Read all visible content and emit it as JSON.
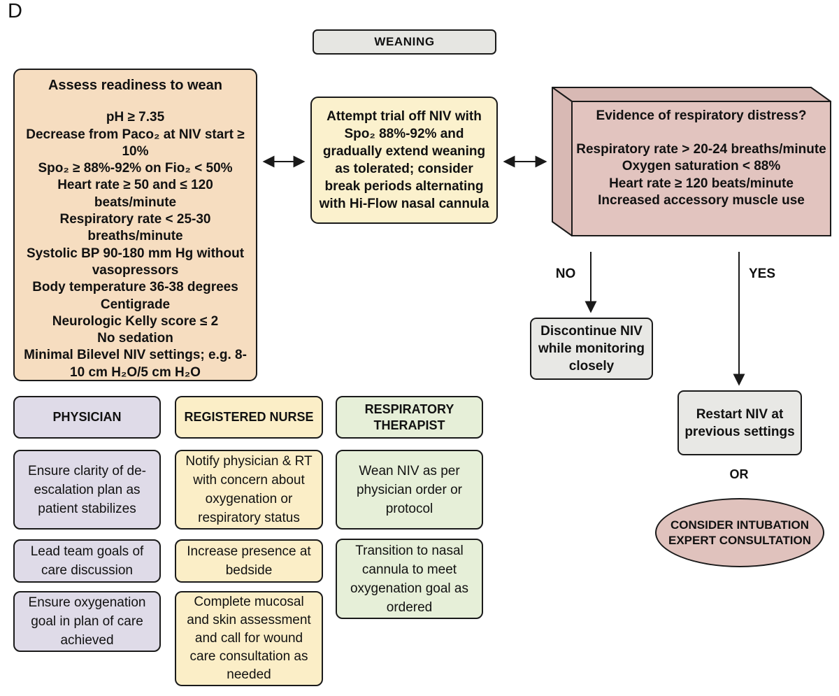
{
  "panel_label": "D",
  "title": "WEANING",
  "assess_box": {
    "title": "Assess readiness to wean",
    "criteria": [
      "pH ≥ 7.35",
      "Decrease from Paco₂ at NIV start ≥ 10%",
      "Spo₂ ≥ 88%-92% on Fio₂ < 50%",
      "Heart rate ≥ 50 and ≤ 120 beats/minute",
      "Respiratory rate < 25-30 breaths/minute",
      "Systolic BP 90-180 mm Hg without vasopressors",
      "Body temperature 36-38 degrees Centigrade",
      "Neurologic Kelly score ≤ 2",
      "No sedation",
      "Minimal Bilevel NIV settings; e.g. 8-10 cm H₂O/5 cm H₂O"
    ]
  },
  "trial_box": {
    "text": "Attempt trial off NIV with Spo₂ 88%-92% and gradually extend weaning as tolerated; consider break periods alternating with Hi-Flow nasal cannula"
  },
  "distress_box": {
    "title": "Evidence of respiratory distress?",
    "criteria": [
      "Respiratory rate > 20-24 breaths/minute",
      "Oxygen saturation < 88%",
      "Heart rate ≥ 120 beats/minute",
      "Increased accessory muscle use"
    ]
  },
  "branches": {
    "no_label": "NO",
    "yes_label": "YES",
    "or_label": "OR",
    "discontinue_box": "Discontinue NIV while monitoring closely",
    "restart_box": "Restart NIV at previous settings",
    "consult_ellipse": "CONSIDER INTUBATION EXPERT CONSULTATION"
  },
  "roles": {
    "physician": {
      "header": "PHYSICIAN",
      "items": [
        "Ensure clarity of de-escalation plan as patient stabilizes",
        "Lead team goals of care discussion",
        "Ensure oxygenation goal in plan of care achieved"
      ]
    },
    "nurse": {
      "header": "REGISTERED NURSE",
      "items": [
        "Notify physician & RT with concern about oxygenation or respiratory status",
        "Increase presence at bedside",
        "Complete mucosal and skin assessment and call for wound care consultation as needed"
      ]
    },
    "respiratory_therapist": {
      "header": "RESPIRATORY THERAPIST",
      "items": [
        "Wean NIV as per physician order or protocol",
        "Transition to nasal cannula to meet oxygenation goal as ordered"
      ]
    }
  },
  "colors": {
    "assess_fill": "#f6ddc0",
    "trial_fill": "#fbf1cd",
    "distress_front_fill": "#e2c4bf",
    "distress_side_fill": "#d8b9b4",
    "neutral_fill": "#e8e8e5",
    "weaning_fill": "#e6e6e2",
    "physician_fill": "#dfdbe8",
    "nurse_fill": "#fbeec7",
    "therapist_fill": "#e6efd8",
    "consult_fill": "#e0c2bd",
    "border": "#1a1a1a"
  }
}
